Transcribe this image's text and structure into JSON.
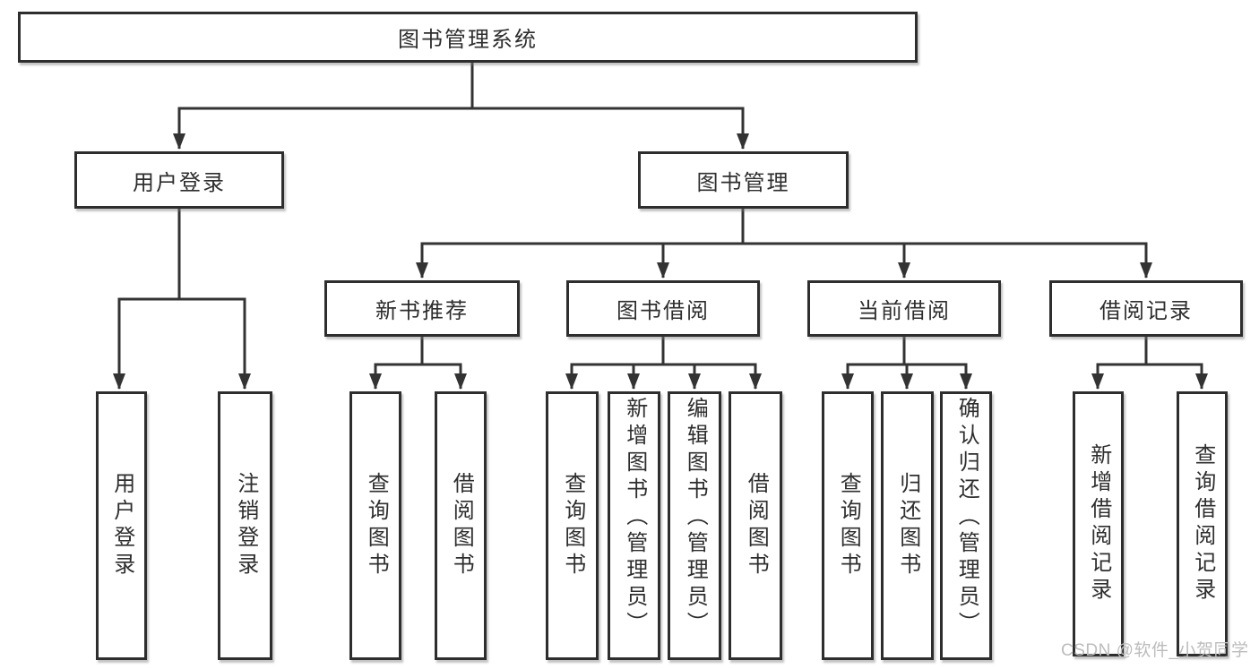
{
  "tree": {
    "root": {
      "label": "图书管理系统",
      "children": [
        {
          "label": "用户登录",
          "children": [
            {
              "label": "用户登录"
            },
            {
              "label": "注销登录"
            }
          ]
        },
        {
          "label": "图书管理",
          "children": [
            {
              "label": "新书推荐",
              "children": [
                {
                  "label": "查询图书"
                },
                {
                  "label": "借阅图书"
                }
              ]
            },
            {
              "label": "图书借阅",
              "children": [
                {
                  "label": "查询图书"
                },
                {
                  "label": "新增图书（管理员）"
                },
                {
                  "label": "编辑图书（管理员）"
                },
                {
                  "label": "借阅图书"
                }
              ]
            },
            {
              "label": "当前借阅",
              "children": [
                {
                  "label": "查询图书"
                },
                {
                  "label": "归还图书"
                },
                {
                  "label": "确认归还（管理员）"
                }
              ]
            },
            {
              "label": "借阅记录",
              "children": [
                {
                  "label": "新增借阅记录"
                },
                {
                  "label": "查询借阅记录"
                }
              ]
            }
          ]
        }
      ]
    }
  },
  "watermark": {
    "text": "CSDN @软件_小贺同学"
  },
  "colors": {
    "line": "#333333",
    "box_border": "#2e2e2e",
    "text": "#2e2e2e",
    "background": "#ffffff",
    "watermark": "#bcbcbc"
  }
}
